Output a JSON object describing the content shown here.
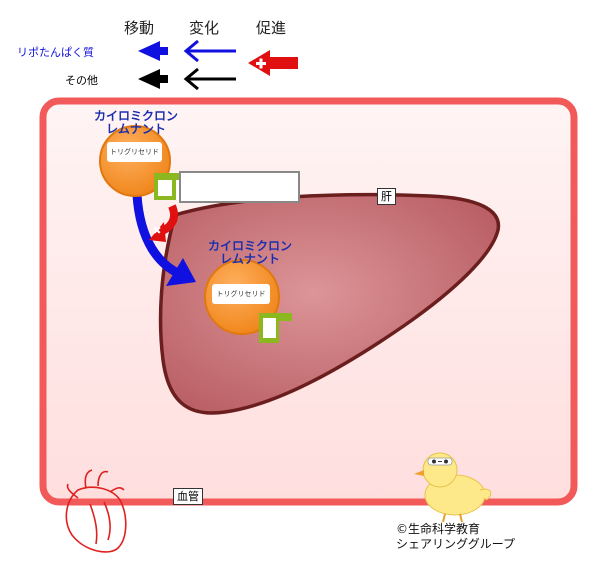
{
  "legend": {
    "headers": {
      "move": "移動",
      "change": "変化",
      "promote": "促進"
    },
    "rows": [
      {
        "label": "リポたんぱく質",
        "color": "#1010e0"
      },
      {
        "label": "その他",
        "color": "#000000"
      }
    ]
  },
  "vessel_label": "血管",
  "liver_label": "肝",
  "chylomicron_top": {
    "title_line1": "カイロミクロン",
    "title_line2": "レムナント",
    "content": "トリグリセリド"
  },
  "chylomicron_bottom": {
    "title_line1": "カイロミクロン",
    "title_line2": "レムナント",
    "content": "トリグリセリド"
  },
  "credit": {
    "line1": "©生命科学教育",
    "line2": "シェアリンググループ"
  },
  "colors": {
    "vessel_border": "#f25a5a",
    "vessel_fill": "#ffe6e6",
    "liver": "#c97478",
    "liver_border": "#6b1e1e",
    "particle": "#f5922a",
    "receptor": "#8ab81e",
    "promote_arrow": "#e01010",
    "blue_arrow": "#1010e0"
  }
}
